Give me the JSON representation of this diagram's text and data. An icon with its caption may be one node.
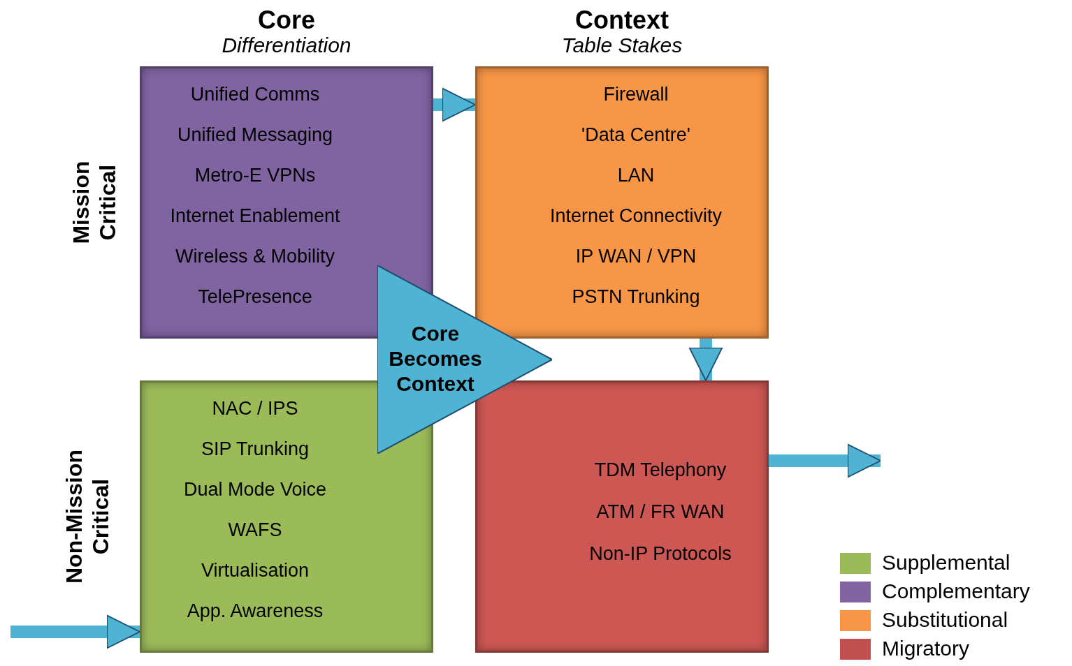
{
  "diagram": {
    "nodes": [
      {
        "text": [
          "Unified Comms",
          "Unified Messaging",
          "Metro-E VPNs",
          "Internet Enablement",
          "Wireless & Mobility",
          "TelePresence"
        ]
      },
      {
        "text": [
          "Firewall",
          "'Data Centre'",
          "LAN",
          "Internet Connectivity",
          "IP WAN / VPN",
          "PSTN Trunking"
        ]
      },
      {
        "text": [
          "Core Becomes Context"
        ]
      },
      {
        "text": [
          "NAC / IPS",
          "SIP Trunking",
          "Dual Mode Voice",
          "WAFS",
          "Virtualisation",
          "App. Awareness"
        ]
      },
      {
        "text": [
          "TDM Telephony",
          "ATM / FR WAN",
          "Non-IP Protocols"
        ]
      }
    ],
    "edges": [
      {
        "from": null,
        "to": 3,
        "arrow": "to"
      },
      {
        "from": 0,
        "to": 1,
        "arrow": "to"
      },
      {
        "from": 1,
        "to": 4,
        "arrow": "to"
      },
      {
        "from": 4,
        "to": null,
        "arrow": "to"
      }
    ],
    "labels": [
      "Core",
      "Differentiation",
      "Context",
      "Table Stakes",
      "Mission Critical",
      "Non-Mission Critical"
    ],
    "legend": [
      {
        "text": "Supplemental",
        "color": "#9bbb59"
      },
      {
        "text": "Complementary",
        "color": "#8064a2"
      },
      {
        "text": "Substitutional",
        "color": "#f79646"
      },
      {
        "text": "Migratory",
        "color": "#c0504d"
      }
    ]
  }
}
